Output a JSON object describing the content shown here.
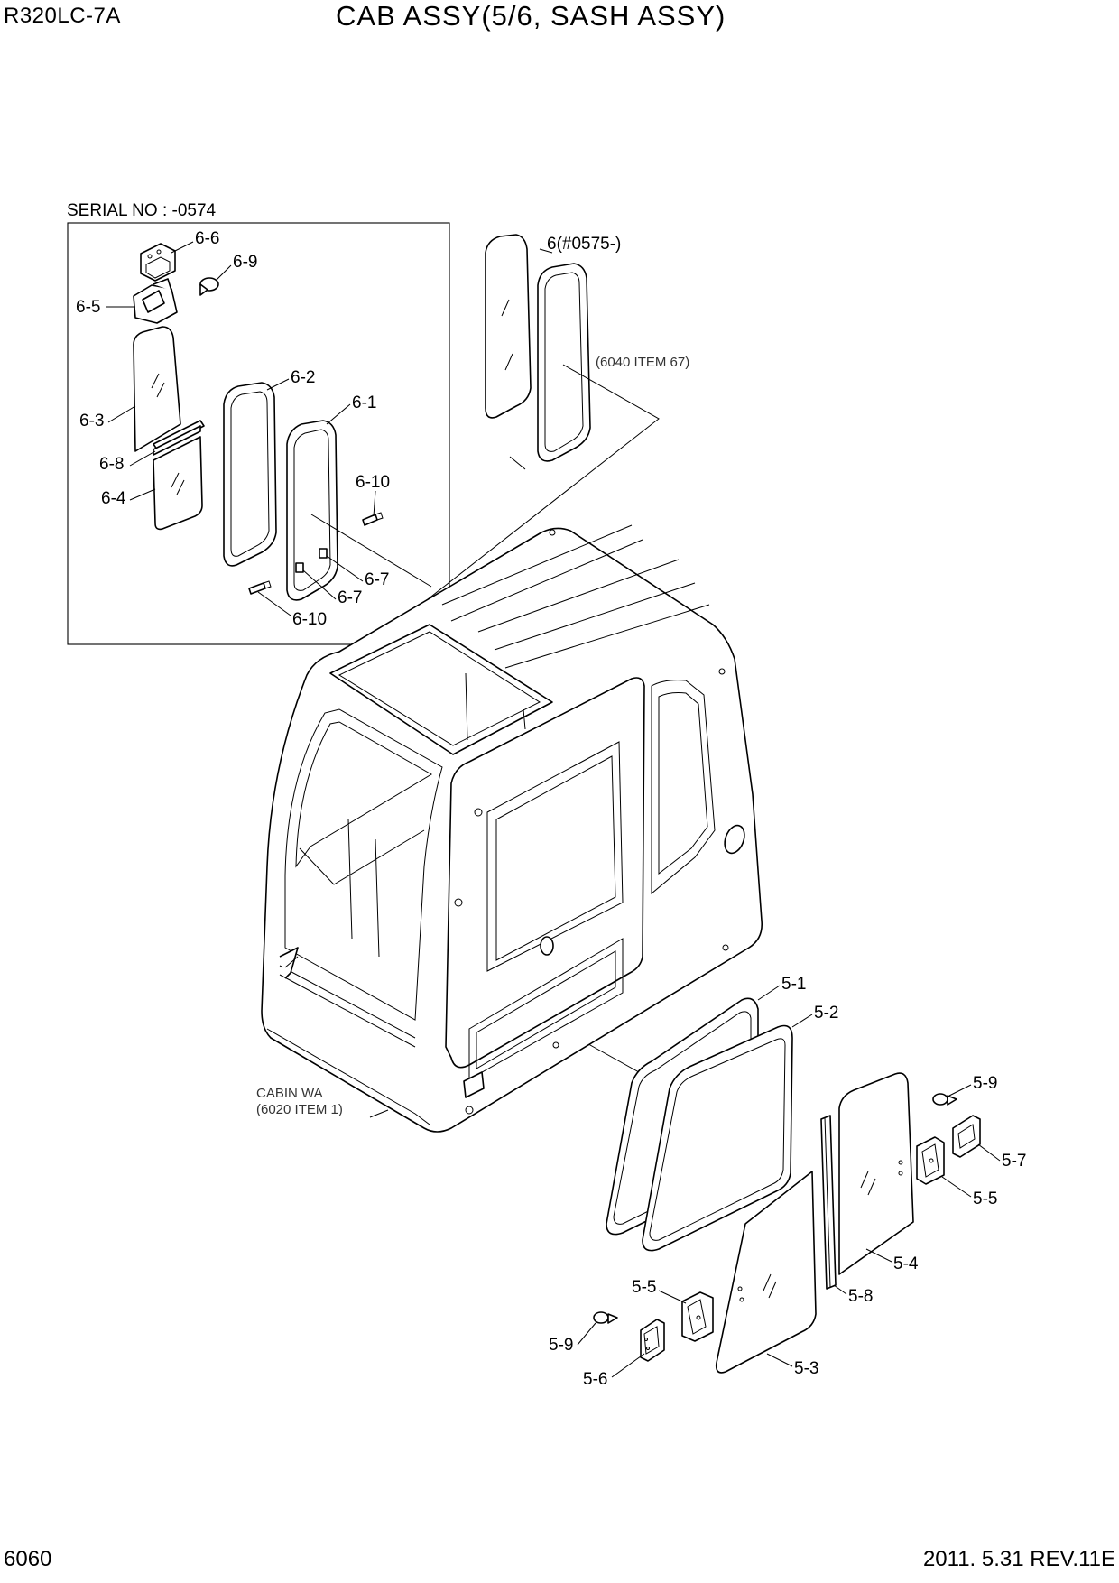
{
  "header": {
    "model": "R320LC-7A",
    "title": "CAB ASSY(5/6, SASH ASSY)"
  },
  "footer": {
    "page_number": "6060",
    "revision": "2011. 5.31  REV.11E"
  },
  "inset": {
    "serial_label": "SERIAL NO : -0574"
  },
  "notes": {
    "ref_6040": "(6040 ITEM 67)",
    "cabin_line1": "CABIN WA",
    "cabin_line2": "(6020 ITEM 1)"
  },
  "callouts": {
    "c6_6": "6-6",
    "c6_9": "6-9",
    "c6_5": "6-5",
    "c6_3": "6-3",
    "c6_2": "6-2",
    "c6_1": "6-1",
    "c6_8": "6-8",
    "c6_4": "6-4",
    "c6_10a": "6-10",
    "c6_7a": "6-7",
    "c6_7b": "6-7",
    "c6_10b": "6-10",
    "c6": "6(#0575-)",
    "c5_1": "5-1",
    "c5_2": "5-2",
    "c5_9a": "5-9",
    "c5_7": "5-7",
    "c5_5a": "5-5",
    "c5_4": "5-4",
    "c5_8": "5-8",
    "c5_5b": "5-5",
    "c5_9b": "5-9",
    "c5_6": "5-6",
    "c5_3": "5-3"
  }
}
